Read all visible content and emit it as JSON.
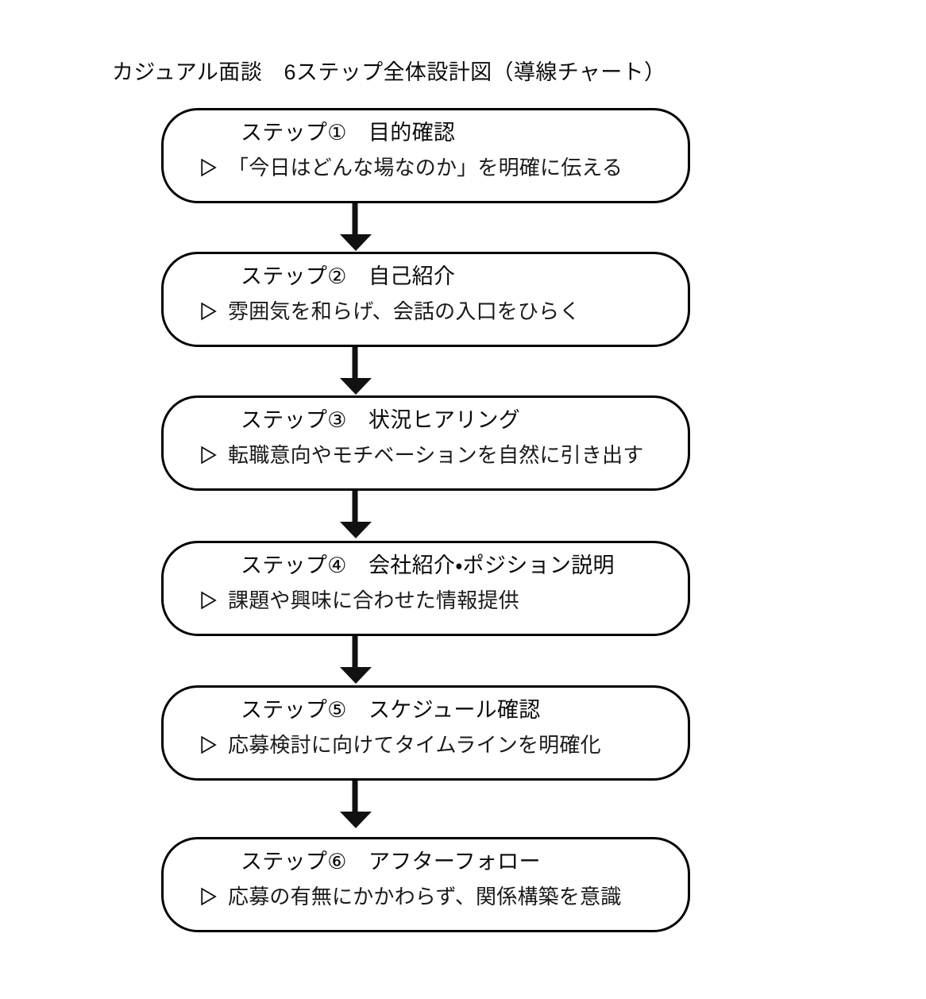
{
  "title": "カジュアル面談　6ステップ全体設計図（導線チャート）",
  "colors": {
    "background": "#ffffff",
    "stroke": "#000000",
    "text": "#0b0b0b"
  },
  "flow": {
    "type": "vertical-flowchart",
    "bullet_glyph": "▷",
    "connector_glyph": "↓",
    "steps": [
      {
        "id": "step-1",
        "heading": "ステップ①　目的確認",
        "detail": "「今日はどんな場なのか」を明確に伝える"
      },
      {
        "id": "step-2",
        "heading": "ステップ②　自己紹介",
        "detail": "雰囲気を和らげ、会話の入口をひらく"
      },
      {
        "id": "step-3",
        "heading": "ステップ③　状況ヒアリング",
        "detail": "転職意向やモチベーションを自然に引き出す"
      },
      {
        "id": "step-4",
        "heading": "ステップ④　会社紹介・ポジション説明",
        "detail": "課題や興味に合わせた情報提供"
      },
      {
        "id": "step-5",
        "heading": "ステップ⑤　スケジュール確認",
        "detail": "応募検討に向けてタイムラインを明確化"
      },
      {
        "id": "step-6",
        "heading": "ステップ⑥　アフターフォロー",
        "detail": "応募の有無にかかわらず、関係構築を意識"
      }
    ]
  }
}
